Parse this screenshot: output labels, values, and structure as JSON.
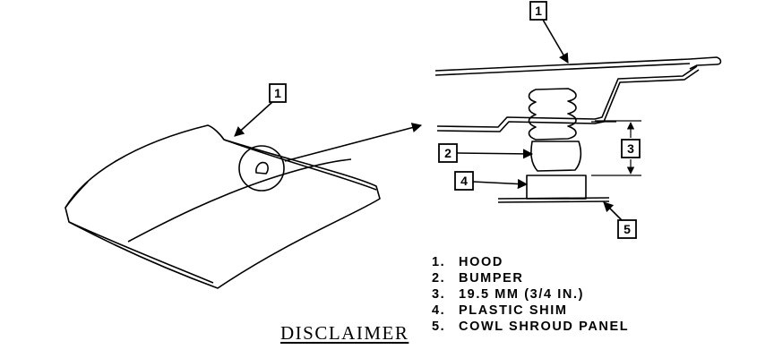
{
  "callouts": {
    "hood_overview": "1",
    "hood_detail": "1",
    "bumper": "2",
    "gap": "3",
    "shim": "4",
    "cowl_panel": "5"
  },
  "legend": [
    {
      "num": "1.",
      "label": "HOOD"
    },
    {
      "num": "2.",
      "label": "BUMPER"
    },
    {
      "num": "3.",
      "label": "19.5 MM (3/4 IN.)"
    },
    {
      "num": "4.",
      "label": "PLASTIC SHIM"
    },
    {
      "num": "5.",
      "label": "COWL SHROUD PANEL"
    }
  ],
  "disclaimer": "DISCLAIMER"
}
